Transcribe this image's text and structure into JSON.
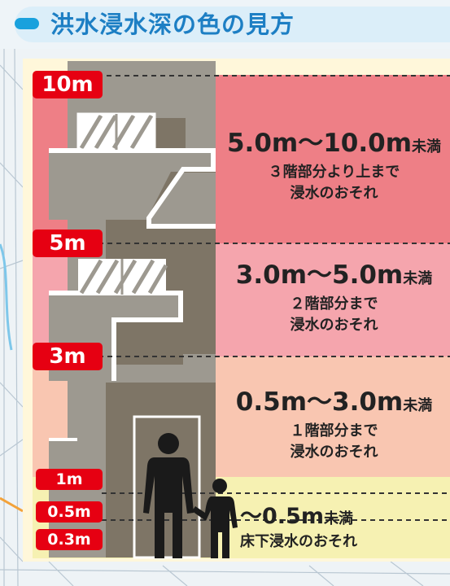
{
  "title": "洪水浸水深の色の見方",
  "levels": {
    "l10": "10m",
    "l5": "5m",
    "l3": "3m",
    "l1": "1m",
    "l05": "0.5m",
    "l03": "0.3m"
  },
  "bands": [
    {
      "range": "5.0m〜10.0m",
      "unit": "未満",
      "line1": "３階部分より上まで",
      "line2": "浸水のおそれ",
      "color": "#ee7f86"
    },
    {
      "range": "3.0m〜5.0m",
      "unit": "未満",
      "line1": "２階部分まで",
      "line2": "浸水のおそれ",
      "color": "#f5a5ad"
    },
    {
      "range": "0.5m〜3.0m",
      "unit": "未満",
      "line1": "１階部分まで",
      "line2": "浸水のおそれ",
      "color": "#f9c6b1"
    },
    {
      "range": "〜0.5m",
      "unit": "未満",
      "line1": "床下浸水のおそれ",
      "color": "#f6f1b2"
    }
  ]
}
